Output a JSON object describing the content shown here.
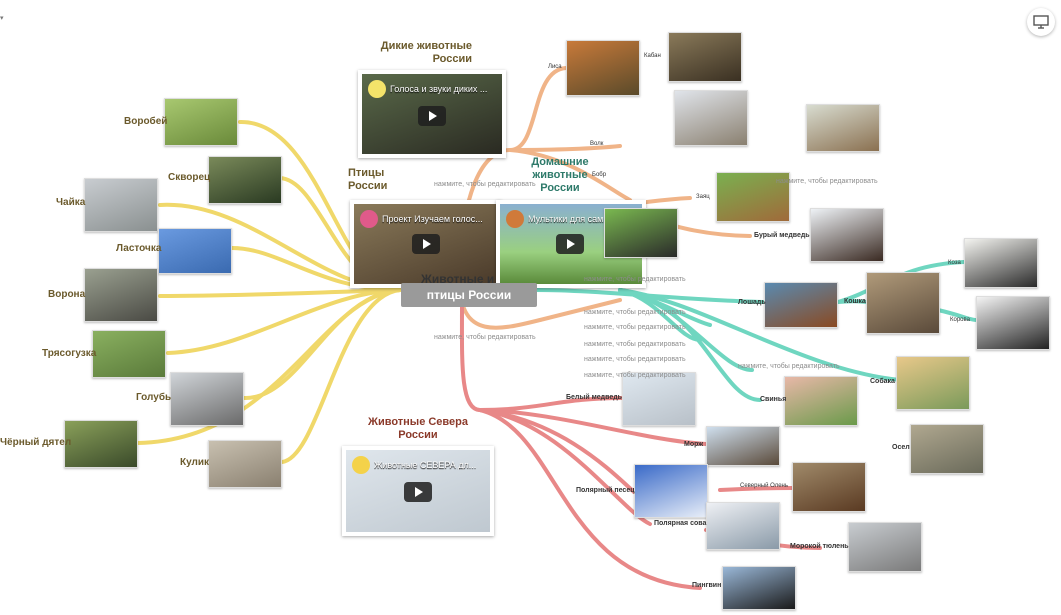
{
  "root": {
    "label": "птицы России",
    "overlay": "Животные и"
  },
  "present_icon": "presentation-screen-icon",
  "colors": {
    "birds": "#f0d86a",
    "wild": "#f0b488",
    "domestic": "#6fd6c0",
    "north": "#e88888",
    "wild_title": "#6b5a2c",
    "domestic_title": "#2e7a6a",
    "north_title": "#8b3a2a"
  },
  "branches": {
    "wild": "Дикие животные\nРоссии",
    "birds": "Птицы\nРоссии",
    "domestic": "Домашние\nживотные\nРоссии",
    "north": "Животные Севера\nРоссии"
  },
  "videos": {
    "wild": "Голоса и звуки диких ...",
    "birds": "Проект Изучаем голос...",
    "domestic": "Мультики для сам...",
    "north": "Животные СЕВЕРА дл..."
  },
  "birds": [
    "Воробей",
    "Скворец",
    "Чайка",
    "Ласточка",
    "Ворона",
    "Трясогузка",
    "Голубь",
    "Чёрный дятел",
    "Кулик"
  ],
  "wild": {
    "fox": "Лиса",
    "boar": "Кабан",
    "wolf": "Волк",
    "hare": "Заяц",
    "bear": "Бурый медведь",
    "beaver": "Бобр"
  },
  "domestic": {
    "horse": "Лошадь",
    "cat": "Кошка",
    "goat": "Коза",
    "cow": "Корова",
    "dog": "Собака",
    "pig": "Свинья",
    "donkey": "Осел"
  },
  "north": {
    "polar_bear": "Белый медведь",
    "walrus": "Морж",
    "arctic_fox": "Полярный песец",
    "reindeer": "Северный Олень",
    "owl": "Полярная сова",
    "seal": "Морокой тюлень",
    "penguin": "Пингвин"
  },
  "hint": "нажмите, чтобы редактировать"
}
